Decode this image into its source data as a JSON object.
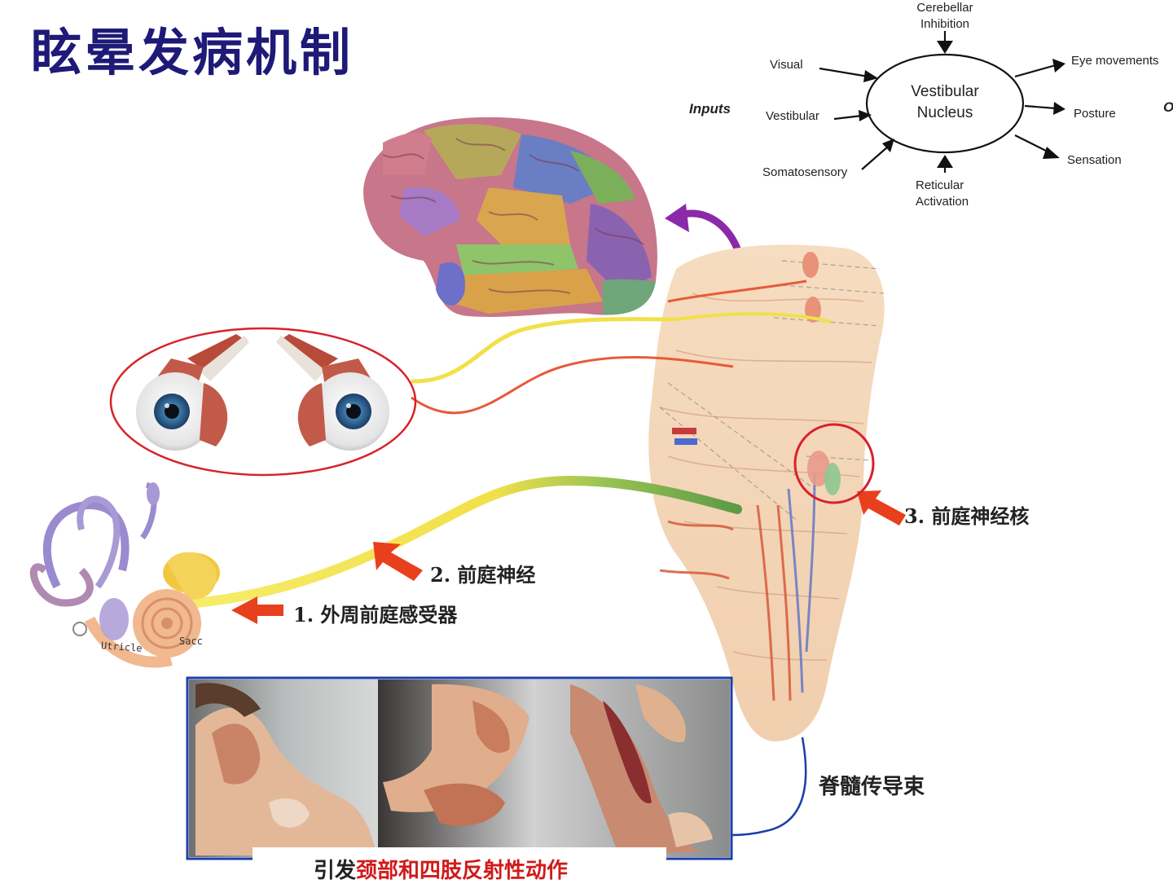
{
  "title": "眩晕发病机制",
  "vestibular_diagram": {
    "center": [
      "Vestibular",
      "Nucleus"
    ],
    "top_input": [
      "Cerebellar",
      "Inhibition"
    ],
    "bottom_input": [
      "Reticular",
      "Activation"
    ],
    "inputs_label": "Inputs",
    "inputs": [
      "Visual",
      "Vestibular",
      "Somatosensory"
    ],
    "outputs": [
      "Eye movements",
      "Posture",
      "Sensation"
    ],
    "outputs_label_partial": "O"
  },
  "labels": {
    "peripheral_receptor": "1. 外周前庭感受器",
    "vestibular_nerve": "2. 前庭神经",
    "vestibular_nucleus": "3. 前庭神经核",
    "spinal_tract": "脊髓传导束"
  },
  "inner_ear_labels": {
    "utricle": "Utricle",
    "saccule": "Sacc"
  },
  "caption": {
    "prefix": "引发",
    "highlight": "颈部和四肢反射性动作"
  },
  "colors": {
    "title": "#1e1a78",
    "arrow_red": "#e8401c",
    "arrow_purple": "#8a2aa8",
    "nerve_yellow": "#f2e04a",
    "nerve_green": "#6aa84f",
    "circle_red": "#d8212a",
    "spinal_blue": "#1c3ea8",
    "caption_highlight": "#d11a1a"
  }
}
